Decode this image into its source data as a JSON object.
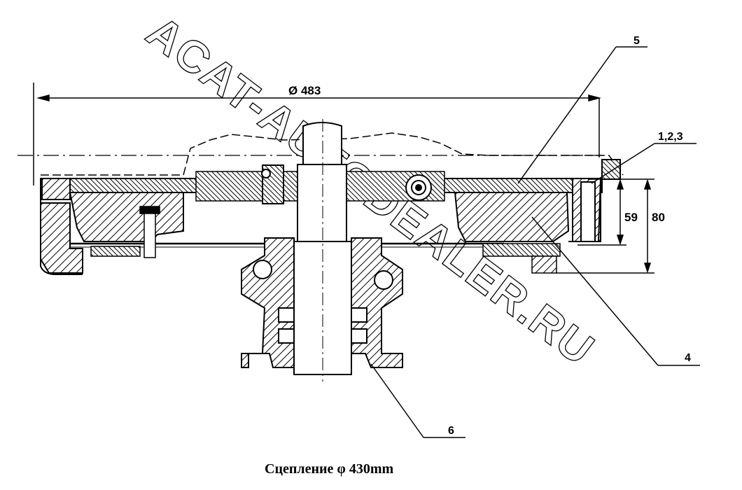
{
  "watermark": "ACAT-AUTODEALER.RU",
  "diameter_dimension": "Ø 483",
  "dimensions": {
    "inner_height": "59",
    "outer_height": "80"
  },
  "callouts": {
    "item_5": "5",
    "items_1_2_3": "1,2,3",
    "item_4": "4",
    "item_6": "6"
  },
  "caption": "Сцепление φ 430mm"
}
